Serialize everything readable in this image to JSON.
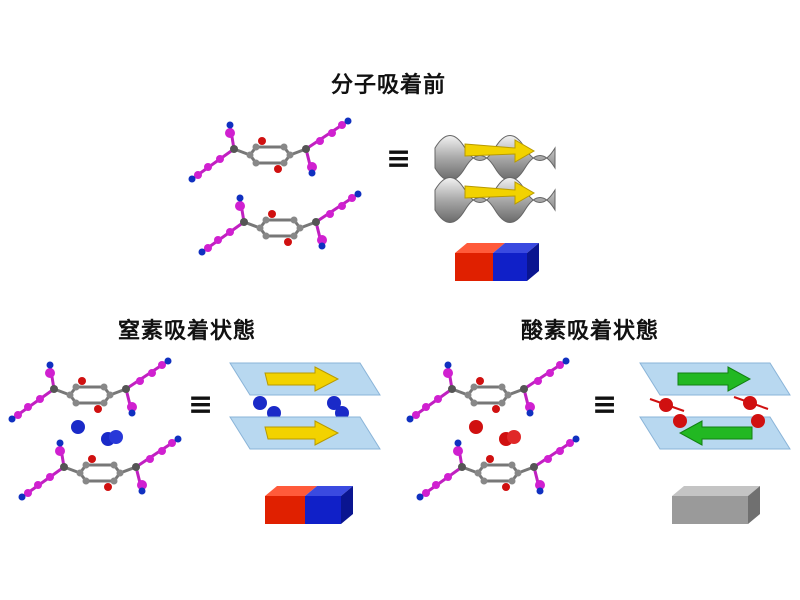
{
  "title_before": "分子吸着前",
  "title_nitrogen": "窒素吸着状態",
  "title_oxygen": "酸素吸着状態",
  "equals_symbol": "≡",
  "colors": {
    "chain_atom": "#d020d0",
    "ring_atom": "#888888",
    "oxygen_atom": "#d01010",
    "nitrogen_atom": "#1030c0",
    "arrow_yellow": "#f2d200",
    "arrow_green": "#22b822",
    "sheet_blue": "#b8d8f0",
    "magnet_red": "#e02000",
    "magnet_blue": "#1020c8",
    "block_gray": "#9a9a9a"
  }
}
